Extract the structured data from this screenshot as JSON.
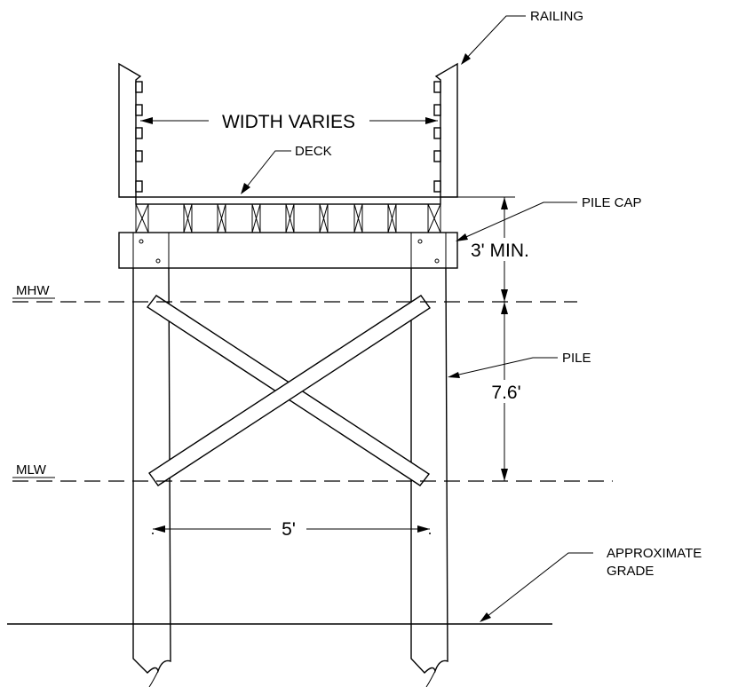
{
  "labels": {
    "railing": "RAILING",
    "width_varies": "WIDTH VARIES",
    "deck": "DECK",
    "pile_cap": "PILE CAP",
    "min_height": "3' MIN.",
    "mhw": "MHW",
    "pile": "PILE",
    "depth": "7.6'",
    "mlw": "MLW",
    "pile_spacing": "5'",
    "grade_line1": "APPROXIMATE",
    "grade_line2": "GRADE"
  }
}
